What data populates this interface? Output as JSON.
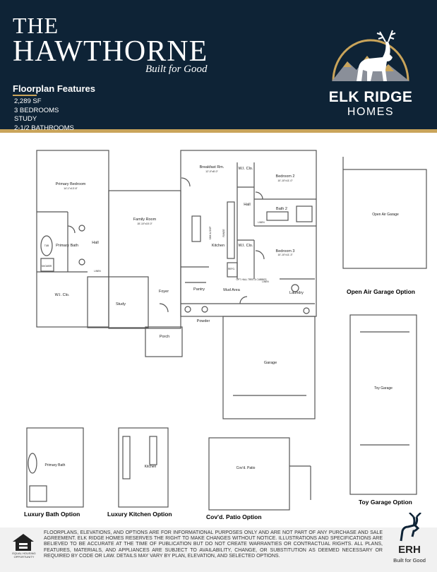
{
  "header": {
    "title_line1": "THE",
    "title_line2": "HAWTHORNE",
    "tagline": "Built for Good",
    "features_title": "Floorplan Features",
    "features": [
      "2,289 SF",
      "3 BEDROOMS",
      "STUDY",
      "2-1/2 BATHROOMS"
    ]
  },
  "brand": {
    "name": "ELK RIDGE",
    "sub": "HOMES"
  },
  "plan": {
    "rooms": {
      "primary_bedroom": "Primary Bedroom",
      "primary_bedroom_dim": "14'-1\"x13'-6\"",
      "breakfast": "Breakfast Rm.",
      "breakfast_dim": "12'-0\"x8'-0\"",
      "wic_top": "W.I. Clo.",
      "bedroom2": "Bedroom 2",
      "bedroom2_dim": "10'-10\"x11'-0\"",
      "hall_left": "Hall",
      "hall_right": "Hall",
      "bath2": "Bath 2",
      "family_room": "Family Room",
      "family_room_dim": "15'-10\"x15'-0\"",
      "primary_bath": "Primary Bath",
      "kitchen": "Kitchen",
      "wic_mid": "W.I. Clo.",
      "bedroom3": "Bedroom 3",
      "bedroom3_dim": "10'-10\"x11'-3\"",
      "wic_left": "W.I. Clo.",
      "study": "Study",
      "foyer": "Foyer",
      "pantry": "Pantry",
      "mud_area": "Mud Area",
      "laundry": "Laundry",
      "powder": "Powder",
      "porch": "Porch",
      "garage": "Garage",
      "linen1": "LINEN",
      "linen2": "LINEN",
      "linen3": "LINEN",
      "tub": "TUB",
      "shower": "SHOWER",
      "refg": "REFG.",
      "sink_dw": "SINK & DISP",
      "range": "RANGE",
      "opt_hall": "OPT. HALL TREE & CUBBIES"
    },
    "options": {
      "open_air_garage": "Open Air Garage",
      "open_air_garage_label": "Open Air Garage Option",
      "toy_garage": "Toy Garage",
      "toy_garage_label": "Toy Garage Option",
      "lux_bath_room": "Primary Bath",
      "lux_bath_label": "Luxury Bath Option",
      "lux_kitchen_room": "Kitchen",
      "lux_kitchen_label": "Luxury Kitchen Option",
      "patio_room": "Cov'd. Patio",
      "patio_label": "Cov'd. Patio Option"
    }
  },
  "footer": {
    "disclaimer": "FLOORPLANS, ELEVATIONS, AND OPTIONS ARE FOR INFORMATIONAL PURPOSES ONLY AND ARE NOT PART OF ANY PURCHASE AND SALE AGREEMENT. ELK RIDGE HOMES RESERVES THE RIGHT TO MAKE CHANGES WITHOUT NOTICE. ILLUSTRATIONS AND SPECIFICATIONS ARE BELIEVED TO BE ACCURATE AT THE TIME OF PUBLICATION BUT DO NOT CREATE WARRANTIES OR CONTRACTUAL RIGHTS. ALL PLANS, FEATURES, MATERIALS, AND APPLIANCES ARE SUBJECT TO AVAILABILITY, CHANGE, OR SUBSTITUTION AS DEEMED NECESSARY OR REQUIRED BY CODE OR LAW. DETAILS MAY VARY BY PLAN, ELEVATION, AND SELECTED OPTIONS.",
    "eho": "EQUAL HOUSING OPPORTUNITY",
    "erh": "ERH",
    "erh_sub": "Built for Good"
  },
  "colors": {
    "navy": "#0e2336",
    "gold": "#c9a45a"
  }
}
